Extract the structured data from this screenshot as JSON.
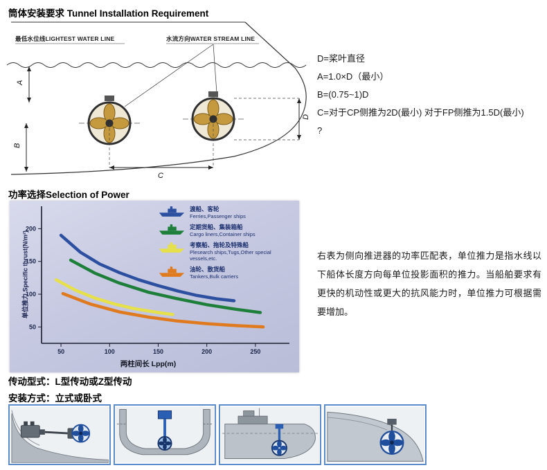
{
  "page": {
    "title_installation": "筒体安装要求 Tunnel Installation Requirement",
    "title_power": "功率选择Selection of Power",
    "drive_type": "传动型式：L型传动或Z型传动",
    "mount_type": "安装方式：立式或卧式"
  },
  "diagram": {
    "label_lightest_water_line": "最低水位线LIGHTEST WATER LINE",
    "label_water_stream_line": "水流方向WATER STREAM LINE",
    "dims": [
      "A",
      "B",
      "C",
      "D"
    ]
  },
  "spec_notes": {
    "lines": [
      "D=桨叶直径",
      "A=1.0×D（最小）",
      "B=(0.75~1)D",
      "C=对于CP侧推为2D(最小) 对于FP侧推为1.5D(最小)",
      "?"
    ]
  },
  "side_text": {
    "paragraph": "右表为侧向推进器的功率匹配表，单位推力是指水线以下船体长度方向每单位投影面积的推力。当船舶要求有更快的机动性或更大的抗风能力时，单位推力可根据需要增加。"
  },
  "chart_data": {
    "type": "line",
    "title": "",
    "xlabel": "两柱间长 Lpp(m)",
    "ylabel": "单位推力 Specific thrust(N/m²)",
    "xlim": [
      30,
      285
    ],
    "ylim": [
      25,
      230
    ],
    "xticks": [
      50,
      100,
      150,
      200,
      250
    ],
    "yticks": [
      50,
      100,
      150,
      200
    ],
    "grid": false,
    "legend_position": "top-right",
    "series": [
      {
        "label_cn": "渡船、客轮",
        "label_en": "Ferries,Passenger ships",
        "color": "#2c4fa0",
        "x": [
          50,
          70,
          90,
          110,
          130,
          150,
          170,
          190,
          210,
          228
        ],
        "y": [
          190,
          164,
          146,
          133,
          122,
          113,
          105,
          98,
          93,
          90
        ]
      },
      {
        "label_cn": "定期货船、集装箱船",
        "label_en": "Cargo liners,Container ships",
        "color": "#1d7f3a",
        "x": [
          60,
          85,
          110,
          140,
          170,
          200,
          230,
          255
        ],
        "y": [
          152,
          132,
          117,
          103,
          93,
          84,
          77,
          72
        ]
      },
      {
        "label_cn": "考察船、拖轮及特殊船",
        "label_en": "Plesearch ships,Tugs,Other special vessels,etc.",
        "color": "#e6e04a",
        "x": [
          45,
          65,
          85,
          105,
          125,
          150,
          165
        ],
        "y": [
          122,
          106,
          94,
          85,
          78,
          72,
          69
        ]
      },
      {
        "label_cn": "油轮、散货船",
        "label_en": "Tankers,Bulk carriers",
        "color": "#e07a1e",
        "x": [
          52,
          80,
          110,
          140,
          170,
          200,
          230,
          258
        ],
        "y": [
          101,
          85,
          73,
          65,
          59,
          55,
          52,
          50
        ]
      }
    ]
  }
}
